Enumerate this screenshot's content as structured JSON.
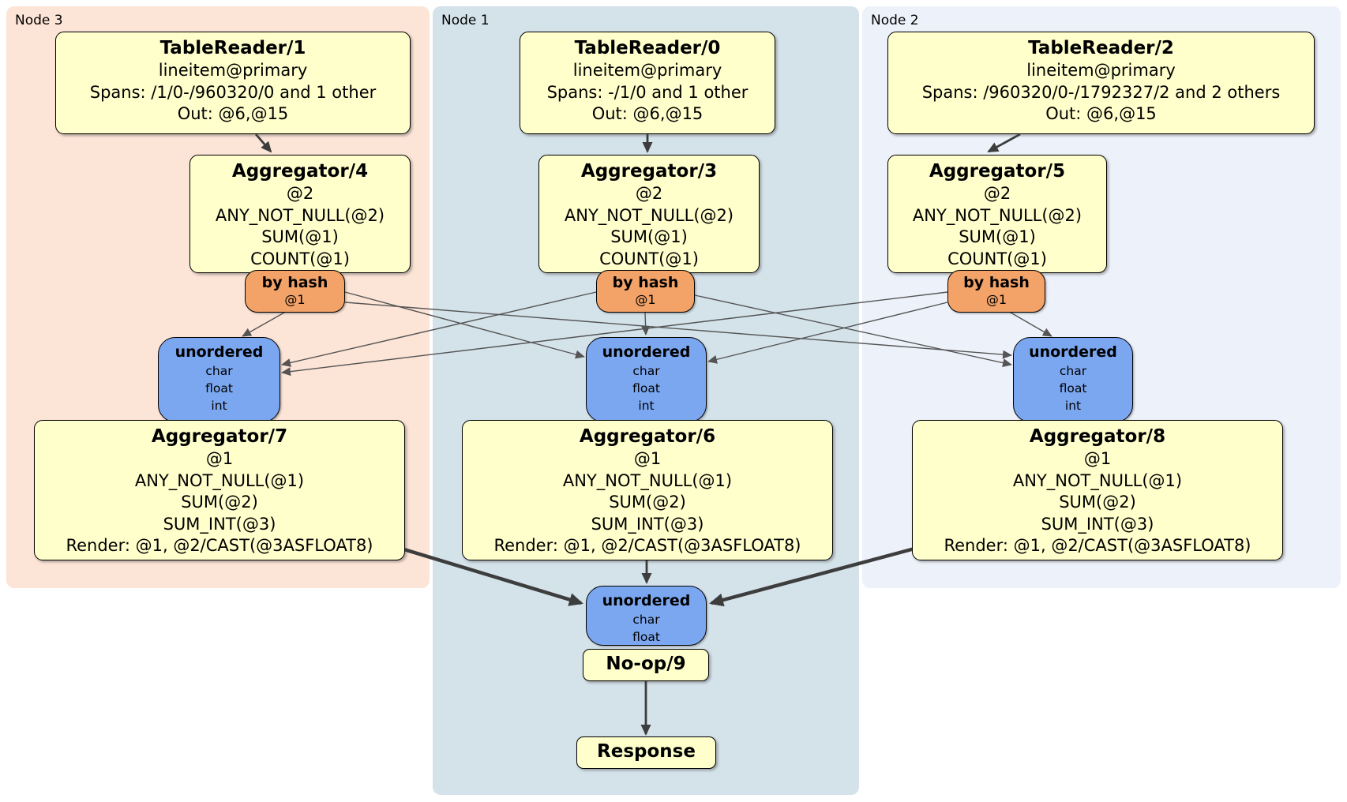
{
  "diagram_type": "distributed SQL physical plan (DistSQL)",
  "regions": [
    {
      "id": "node3",
      "label": "Node 3"
    },
    {
      "id": "node1",
      "label": "Node 1"
    },
    {
      "id": "node2",
      "label": "Node 2"
    }
  ],
  "processors": {
    "tr1": {
      "title": "TableReader/1",
      "lines": [
        "lineitem@primary",
        "Spans: /1/0-/960320/0 and 1 other",
        "Out: @6,@15"
      ]
    },
    "tr0": {
      "title": "TableReader/0",
      "lines": [
        "lineitem@primary",
        "Spans: -/1/0 and 1 other",
        "Out: @6,@15"
      ]
    },
    "tr2": {
      "title": "TableReader/2",
      "lines": [
        "lineitem@primary",
        "Spans: /960320/0-/1792327/2 and 2 others",
        "Out: @6,@15"
      ]
    },
    "agg4": {
      "title": "Aggregator/4",
      "lines": [
        "@2",
        "ANY_NOT_NULL(@2)",
        "SUM(@1)",
        "COUNT(@1)"
      ]
    },
    "agg3": {
      "title": "Aggregator/3",
      "lines": [
        "@2",
        "ANY_NOT_NULL(@2)",
        "SUM(@1)",
        "COUNT(@1)"
      ]
    },
    "agg5": {
      "title": "Aggregator/5",
      "lines": [
        "@2",
        "ANY_NOT_NULL(@2)",
        "SUM(@1)",
        "COUNT(@1)"
      ]
    },
    "agg7": {
      "title": "Aggregator/7",
      "lines": [
        "@1",
        "ANY_NOT_NULL(@1)",
        "SUM(@2)",
        "SUM_INT(@3)",
        "Render: @1, @2/CAST(@3ASFLOAT8)"
      ]
    },
    "agg6": {
      "title": "Aggregator/6",
      "lines": [
        "@1",
        "ANY_NOT_NULL(@1)",
        "SUM(@2)",
        "SUM_INT(@3)",
        "Render: @1, @2/CAST(@3ASFLOAT8)"
      ]
    },
    "agg8": {
      "title": "Aggregator/8",
      "lines": [
        "@1",
        "ANY_NOT_NULL(@1)",
        "SUM(@2)",
        "SUM_INT(@3)",
        "Render: @1, @2/CAST(@3ASFLOAT8)"
      ]
    },
    "noop": {
      "title": "No-op/9"
    },
    "response": {
      "title": "Response"
    }
  },
  "routers": {
    "hash_left": {
      "title": "by hash",
      "detail": "@1"
    },
    "hash_mid": {
      "title": "by hash",
      "detail": "@1"
    },
    "hash_right": {
      "title": "by hash",
      "detail": "@1"
    }
  },
  "synchronizers": {
    "sync_left": {
      "title": "unordered",
      "streams": [
        "char",
        "float",
        "int"
      ]
    },
    "sync_mid": {
      "title": "unordered",
      "streams": [
        "char",
        "float",
        "int"
      ]
    },
    "sync_right": {
      "title": "unordered",
      "streams": [
        "char",
        "float",
        "int"
      ]
    },
    "sync_bottom": {
      "title": "unordered",
      "streams": [
        "char",
        "float"
      ]
    }
  },
  "edges": [
    {
      "from": "tr1",
      "to": "agg4"
    },
    {
      "from": "tr0",
      "to": "agg3"
    },
    {
      "from": "tr2",
      "to": "agg5"
    },
    {
      "from": "hash_left",
      "to": "sync_left"
    },
    {
      "from": "hash_left",
      "to": "sync_mid"
    },
    {
      "from": "hash_left",
      "to": "sync_right"
    },
    {
      "from": "hash_mid",
      "to": "sync_left"
    },
    {
      "from": "hash_mid",
      "to": "sync_mid"
    },
    {
      "from": "hash_mid",
      "to": "sync_right"
    },
    {
      "from": "hash_right",
      "to": "sync_left"
    },
    {
      "from": "hash_right",
      "to": "sync_mid"
    },
    {
      "from": "hash_right",
      "to": "sync_right"
    },
    {
      "from": "agg7",
      "to": "sync_bottom"
    },
    {
      "from": "agg6",
      "to": "sync_bottom"
    },
    {
      "from": "agg8",
      "to": "sync_bottom"
    },
    {
      "from": "noop",
      "to": "response"
    }
  ],
  "colors": {
    "processor_fill": "#ffffcc",
    "router_fill": "#f3a368",
    "synchronizer_fill": "#7ba7f0",
    "node3_region": "#fce4d6",
    "node1_region": "#d4e2ea",
    "node2_region": "#edf1fa",
    "edge_thin": "#555555",
    "edge_thick": "#3d3d3d"
  }
}
